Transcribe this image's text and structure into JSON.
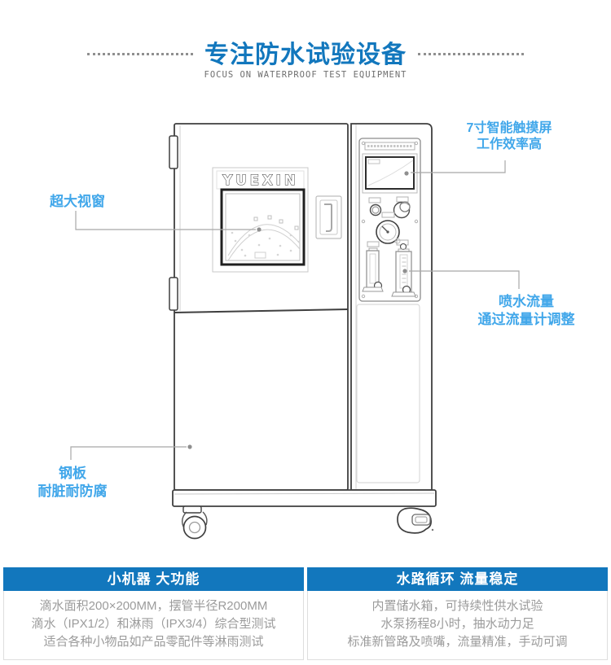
{
  "header": {
    "title": "专注防水试验设备",
    "subtitle": "FOCUS ON WATERPROOF TEST EQUIPMENT"
  },
  "machine": {
    "brand": "YUEXIN"
  },
  "callouts": {
    "viewport": "超大视窗",
    "touchscreen": [
      "7寸智能触摸屏",
      "工作效率高"
    ],
    "flow": [
      "喷水流量",
      "通过流量计调整"
    ],
    "steel": [
      "钢板",
      "耐脏耐防腐"
    ]
  },
  "tables": [
    {
      "header": "小机器 大功能",
      "lines": [
        "滴水面积200×200MM，摆管半径R200MM",
        "滴水（IPX1/2）和淋雨（IPX3/4）综合型测试",
        "适合各种小物品如产品零配件等淋雨测试"
      ]
    },
    {
      "header": "水路循环 流量稳定",
      "lines": [
        "内置储水箱，可持续性供水试验",
        "水泵扬程8小时，抽水动力足",
        "标准新管路及喷嘴，流量精准，手动可调"
      ]
    }
  ],
  "colors": {
    "primary_blue": "#1277bd",
    "callout_blue": "#41a7ea",
    "body_text_gray": "#9b9b9b"
  }
}
